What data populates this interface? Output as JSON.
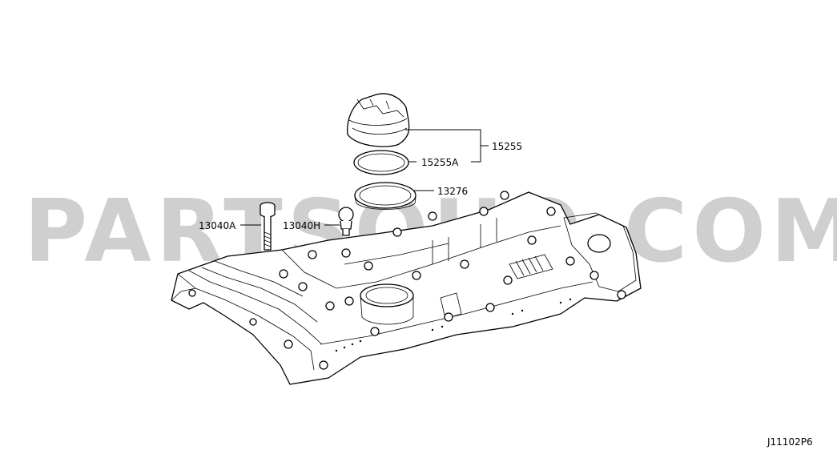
{
  "watermark": "PARTSOUQ.COM",
  "diagram_code": "J11102P6",
  "callouts": {
    "assembly": "15255",
    "gasket": "15255A",
    "seal": "13276",
    "bolt": "13040A",
    "pin": "13040H"
  }
}
